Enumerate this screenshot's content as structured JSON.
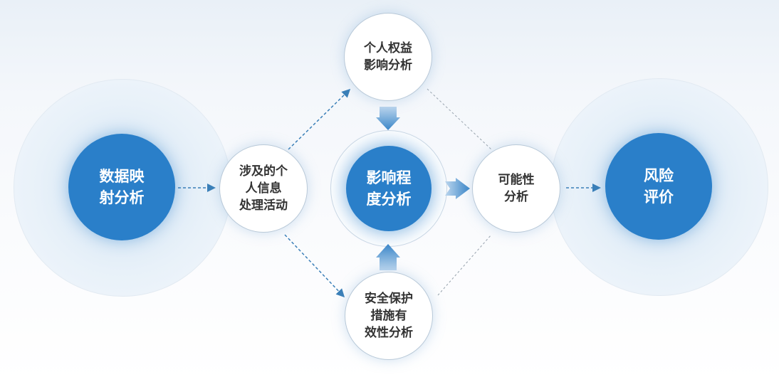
{
  "nodes": {
    "data_mapping": "数据映\n射分析",
    "processing": "涉及的个\n人信息\n处理活动",
    "rights_impact": "个人权益\n影响分析",
    "impact_degree": "影响程\n度分析",
    "security_measures": "安全保护\n措施有\n效性分析",
    "likelihood": "可能性\n分析",
    "risk_evaluation": "风险\n评价"
  },
  "colors": {
    "accent": "#2a7fc9",
    "arrow": "#3a7fb8",
    "gray_dash": "#9aa5b0"
  }
}
